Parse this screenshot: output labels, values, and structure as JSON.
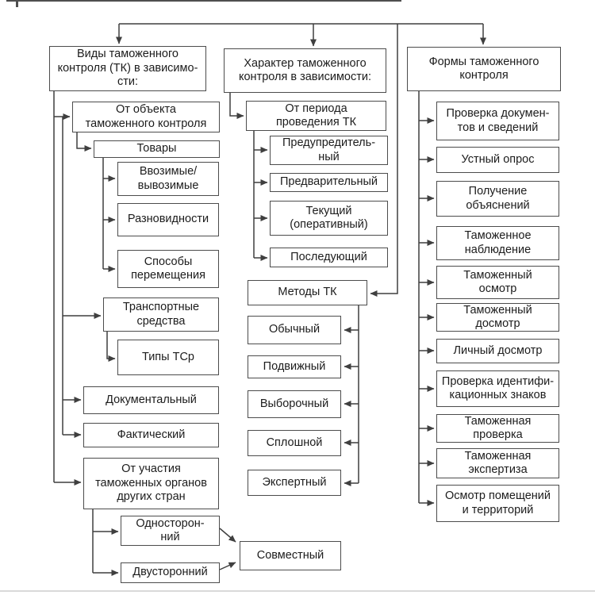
{
  "diagram_type": "flowchart",
  "language": "ru",
  "colors": {
    "background": "#ffffff",
    "box_border": "#4c4c4c",
    "connector_line": "#3f3f3f",
    "text": "#1c1c1c"
  },
  "nodes": {
    "vidy_header": "Виды таможенного\nконтроля (ТК) в зависимо-\nсти:",
    "ot_obekta": "От объекта\nтаможенного контроля",
    "tovary": "Товары",
    "vvozimye": "Ввозимые/\nвывозимые",
    "raznovidnosti": "Разновидности",
    "sposoby": "Способы\nперемещения",
    "transport": "Транспортные\nсредства",
    "tipy_tsr": "Типы ТСр",
    "dokumentalny": "Документальный",
    "fakticheskiy": "Фактический",
    "ot_uchastiya": "От участия\nтаможенных органов\nдругих стран",
    "odnostoronniy": "Односторон-\nний",
    "dvustoronniy": "Двусторонний",
    "sovmestny": "Совместный",
    "harakter_header": "Характер таможенного\nконтроля в зависимости:",
    "ot_perioda": "От периода\nпроведения ТК",
    "predupreditelny": "Предупредитель-\nный",
    "predvaritelny": "Предварительный",
    "tekushchiy": "Текущий\n(оперативный)",
    "posleduyushchiy": "Последующий",
    "metody_tk": "Методы ТК",
    "obychny": "Обычный",
    "podvizhny": "Подвижный",
    "vyborochny": "Выборочный",
    "sploshnoy": "Сплошной",
    "ekspertny": "Экспертный",
    "formy_header": "Формы таможенного\nконтроля",
    "proverka_dokumentov": "Проверка докумен-\nтов и сведений",
    "ustny_opros": "Устный опрос",
    "poluchenie": "Получение\nобъяснений",
    "nablyudenie": "Таможенное\nнаблюдение",
    "osmotr": "Таможенный\nосмотр",
    "dosmotr": "Таможенный\nдосмотр",
    "lichny_dosmotr": "Личный досмотр",
    "identifikatsiya": "Проверка идентифи-\nкационных знаков",
    "tam_proverka": "Таможенная\nпроверка",
    "ekspertiza": "Таможенная\nэкспертиза",
    "osmotr_pomeshcheniy": "Осмотр помещений\nи территорий"
  }
}
